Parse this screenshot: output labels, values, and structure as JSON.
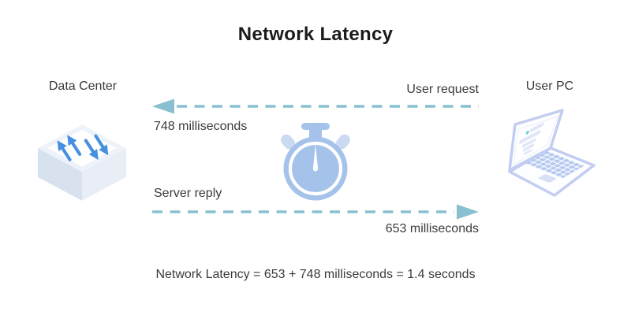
{
  "title": "Network Latency",
  "nodes": {
    "data_center": {
      "label": "Data Center",
      "icon": "network-switch"
    },
    "user_pc": {
      "label": "User PC",
      "icon": "laptop"
    }
  },
  "flows": {
    "request": {
      "label": "User request",
      "duration": "748 milliseconds",
      "direction": "right-to-left"
    },
    "reply": {
      "label": "Server reply",
      "duration": "653 milliseconds",
      "direction": "left-to-right"
    }
  },
  "formula": "Network Latency = 653 + 748 milliseconds = 1.4 seconds",
  "colors": {
    "flow_arrow": "#89c0cf",
    "stopwatch_body": "#a5c3ea",
    "stopwatch_light": "#c9daf1",
    "switch_arrow": "#4590e0",
    "switch_top_rim": "#eef3fa",
    "switch_side_left": "#d8e1ee",
    "switch_side_right": "#e9eef6",
    "laptop_outline": "#c3cdf1",
    "laptop_key": "#b5c9f0",
    "laptop_screen_bar": "#e0e6f8",
    "laptop_accent_dot": "#6ec9cf",
    "title_text": "#1b1b1b",
    "body_text": "#3b3b3b"
  }
}
